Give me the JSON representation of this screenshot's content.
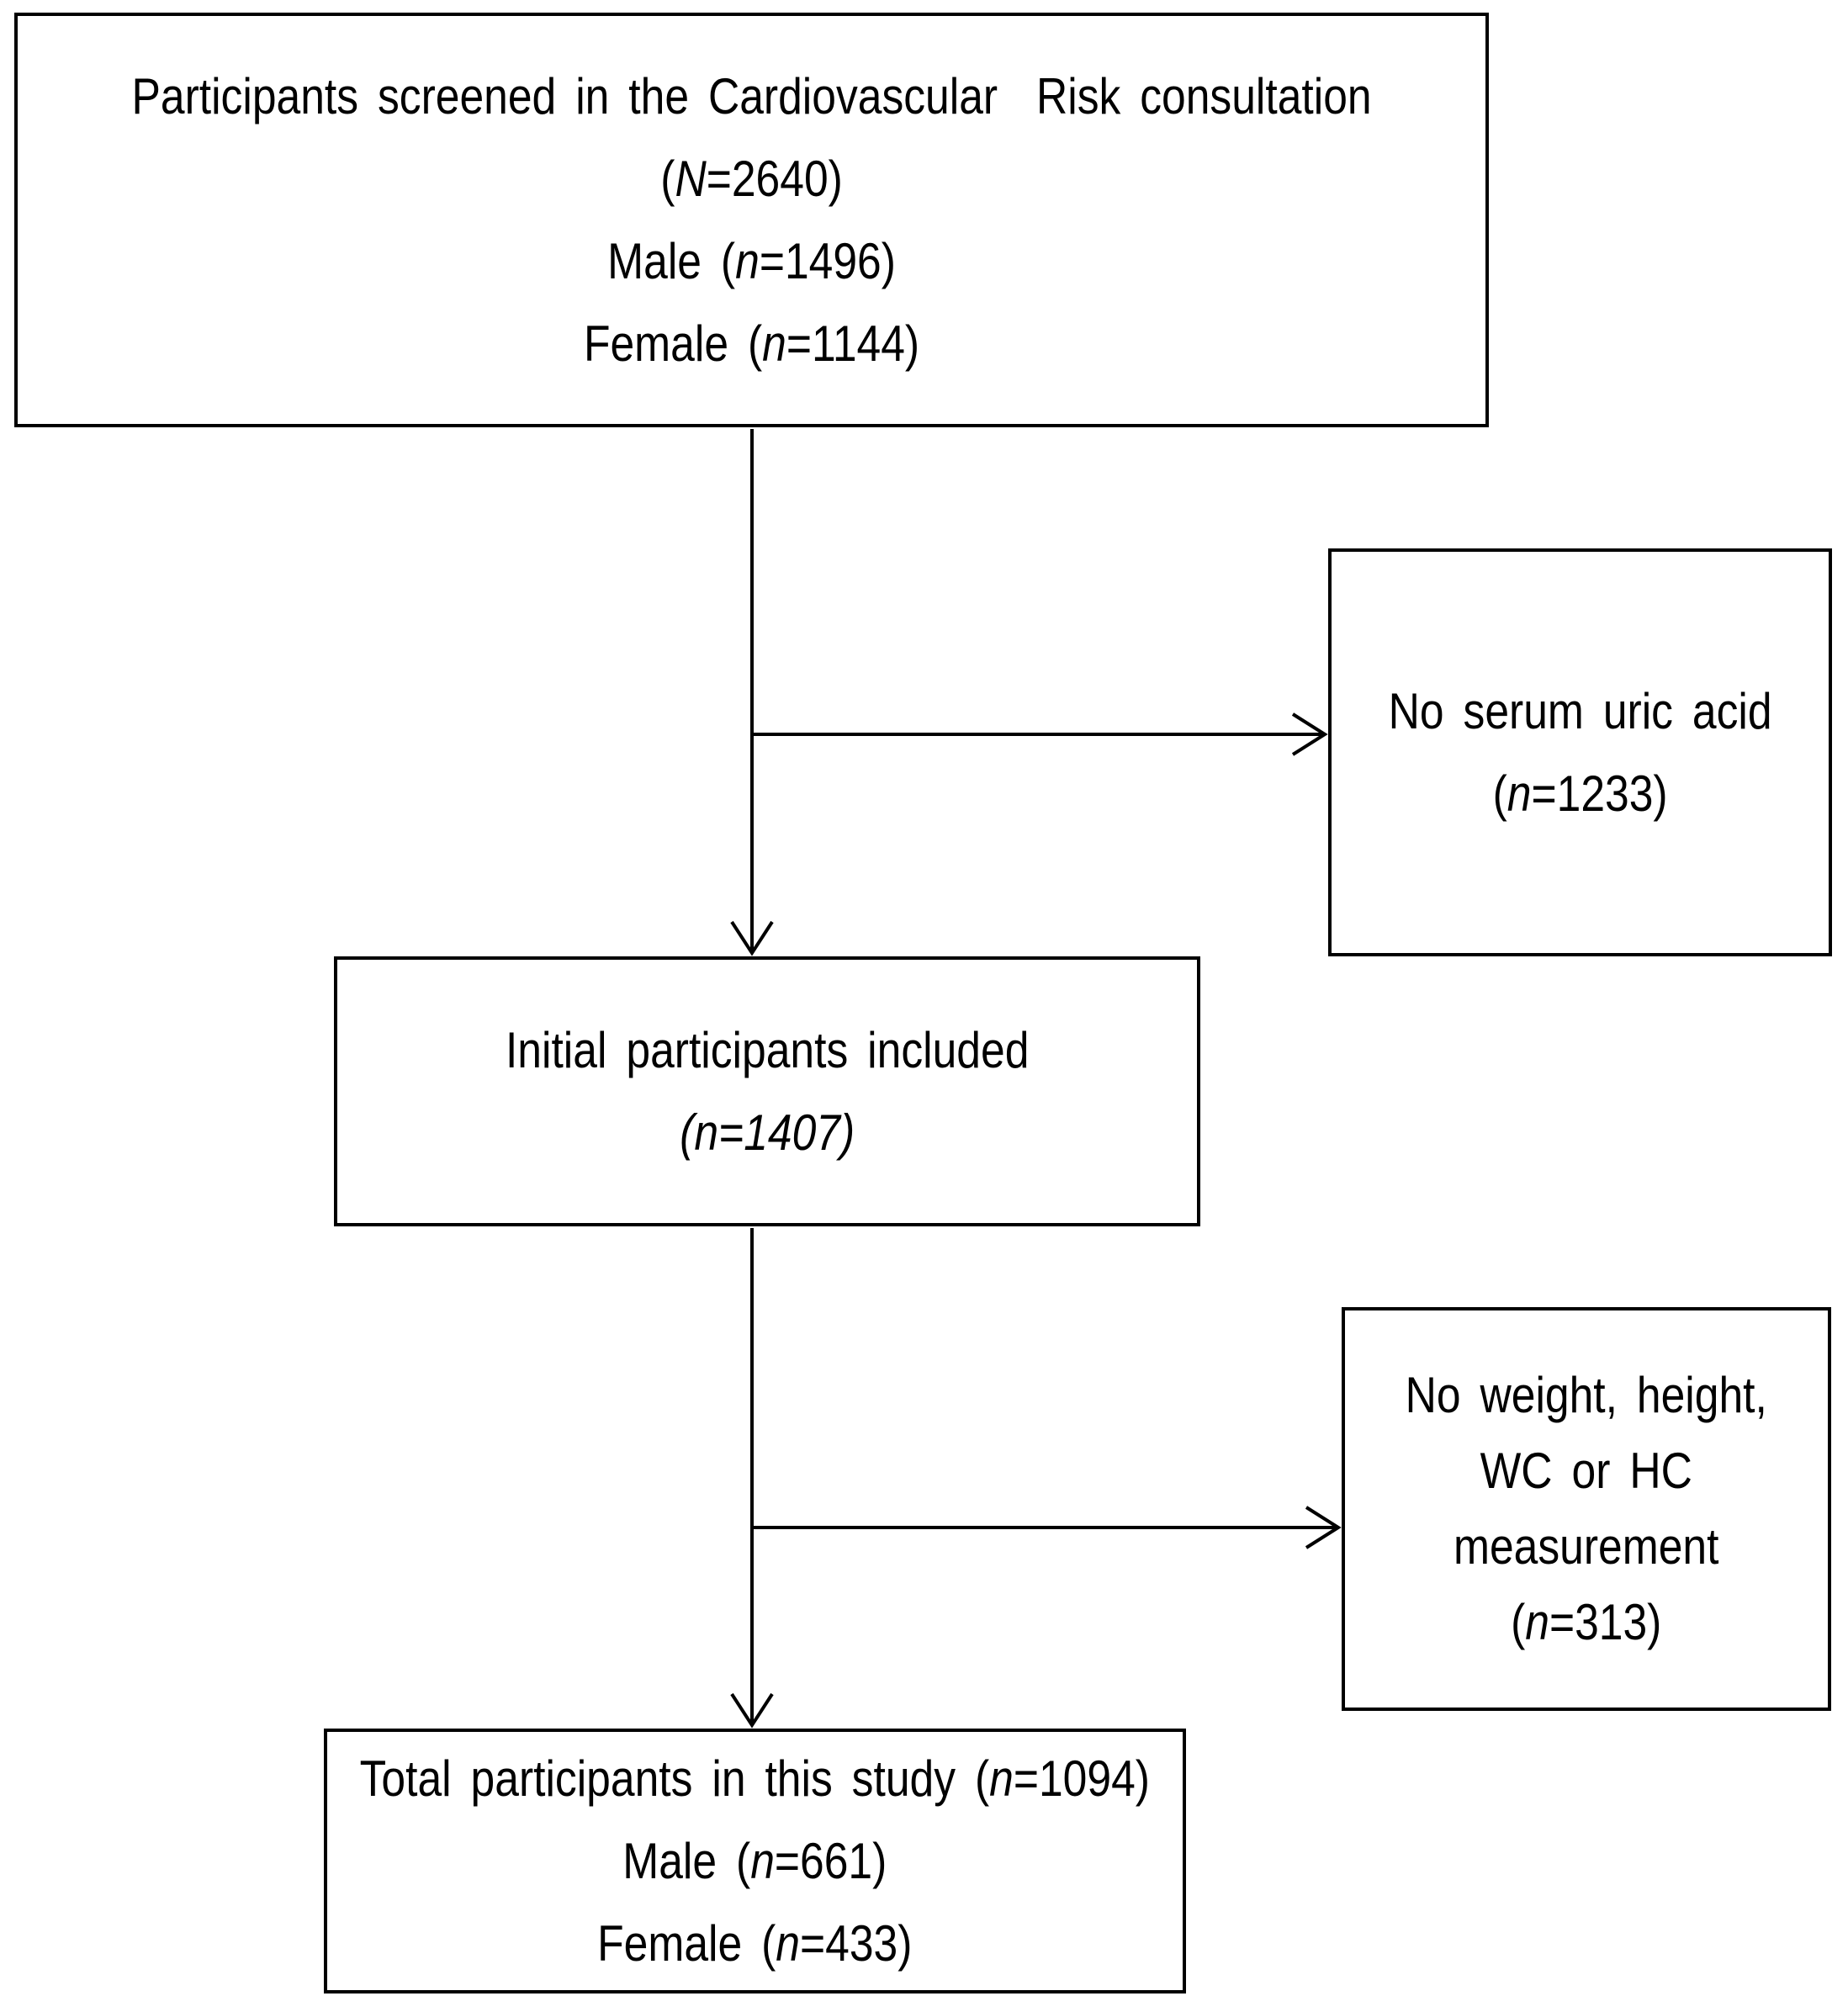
{
  "figure": {
    "type": "participant-flow-diagram",
    "background_color": "#ffffff",
    "line_color": "#000000",
    "nodes": [
      {
        "id": "screened",
        "lines": [
          {
            "pre": "Participants screened in the Cardiovascular  Risk consultation",
            "it": "",
            "post": ""
          },
          {
            "pre": "(",
            "it": "N",
            "post": "=2640)"
          },
          {
            "pre": "Male (",
            "it": "n",
            "post": "=1496)"
          },
          {
            "pre": "Female (",
            "it": "n",
            "post": "=1144)"
          }
        ]
      },
      {
        "id": "excluded-no-serum-uric-acid",
        "lines": [
          {
            "pre": "No serum uric acid",
            "it": "",
            "post": ""
          },
          {
            "pre": "(",
            "it": "n",
            "post": "=1233)"
          }
        ]
      },
      {
        "id": "initial-included",
        "lines": [
          {
            "pre": "Initial participants included",
            "it": "",
            "post": ""
          },
          {
            "pre": "",
            "it": "(n=1407)",
            "post": ""
          }
        ]
      },
      {
        "id": "excluded-no-measurement",
        "lines": [
          {
            "pre": "No weight, height,",
            "it": "",
            "post": ""
          },
          {
            "pre": "WC or HC",
            "it": "",
            "post": ""
          },
          {
            "pre": "measurement",
            "it": "",
            "post": ""
          },
          {
            "pre": "(",
            "it": "n",
            "post": "=313)"
          }
        ]
      },
      {
        "id": "total",
        "lines": [
          {
            "pre": "Total participants in this study (",
            "it": "n",
            "post": "=1094)"
          },
          {
            "pre": "Male (",
            "it": "n",
            "post": "=661)"
          },
          {
            "pre": "Female (",
            "it": "n",
            "post": "=433)"
          }
        ]
      }
    ],
    "connectors": [
      {
        "from": "screened",
        "to": "initial-included",
        "type": "arrow-down"
      },
      {
        "from": "screened",
        "to": "excluded-no-serum-uric-acid",
        "type": "arrow-right"
      },
      {
        "from": "initial-included",
        "to": "total",
        "type": "arrow-down"
      },
      {
        "from": "initial-included",
        "to": "excluded-no-measurement",
        "type": "arrow-right"
      }
    ]
  }
}
